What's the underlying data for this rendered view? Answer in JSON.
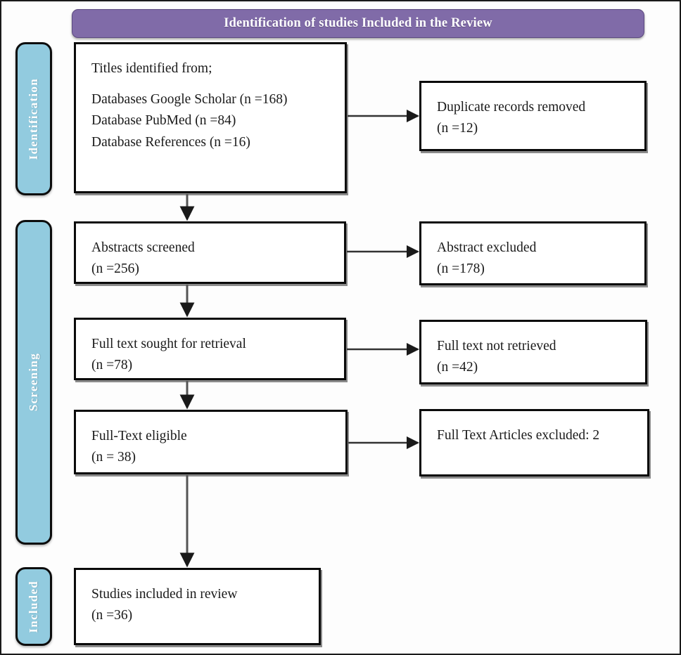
{
  "diagram": {
    "title": "Identification of studies Included in the Review",
    "accent_purple": "#806BA8",
    "accent_blue": "#92CBDF",
    "line_color": "#333333"
  },
  "stages": [
    {
      "key": "identification",
      "label": "Identification"
    },
    {
      "key": "screening",
      "label": "Screening"
    },
    {
      "key": "included",
      "label": "Included"
    }
  ],
  "boxes": {
    "identified": {
      "line1": "Titles identified from;",
      "line2": "Databases Google Scholar (n =168)",
      "line3": "Database PubMed (n =84)",
      "line4": "Database References (n =16)"
    },
    "duplicates": {
      "line1": "Duplicate records removed",
      "line2": "(n =12)"
    },
    "abstracts_screened": {
      "line1": "Abstracts screened",
      "line2": "(n =256)"
    },
    "abstract_excluded": {
      "line1": "Abstract excluded",
      "line2": "(n =178)"
    },
    "fulltext_sought": {
      "line1": "Full text sought for retrieval",
      "line2": "(n =78)"
    },
    "fulltext_not_retrieved": {
      "line1": "Full text not retrieved",
      "line2": "(n =42)"
    },
    "fulltext_eligible": {
      "line1": "Full-Text eligible",
      "line2": "(n = 38)"
    },
    "articles_excluded": {
      "line1": "Full Text Articles excluded: 2"
    },
    "studies_included": {
      "line1": "Studies included in review",
      "line2": "(n =36)"
    }
  },
  "chart_data": {
    "type": "diagram",
    "title": "Identification of studies Included in the Review",
    "flow": [
      {
        "stage": "Identification",
        "node": "Titles identified from;",
        "sources": [
          {
            "name": "Databases Google Scholar",
            "n": 168
          },
          {
            "name": "Database PubMed",
            "n": 84
          },
          {
            "name": "Database References",
            "n": 16
          }
        ],
        "excluded": {
          "node": "Duplicate records removed",
          "n": 12
        }
      },
      {
        "stage": "Screening",
        "node": "Abstracts screened",
        "n": 256,
        "excluded": {
          "node": "Abstract excluded",
          "n": 178
        }
      },
      {
        "stage": "Screening",
        "node": "Full text sought for retrieval",
        "n": 78,
        "excluded": {
          "node": "Full text not retrieved",
          "n": 42
        }
      },
      {
        "stage": "Screening",
        "node": "Full-Text eligible",
        "n": 38,
        "excluded": {
          "node": "Full Text Articles excluded",
          "n": 2
        }
      },
      {
        "stage": "Included",
        "node": "Studies included in review",
        "n": 36
      }
    ]
  }
}
